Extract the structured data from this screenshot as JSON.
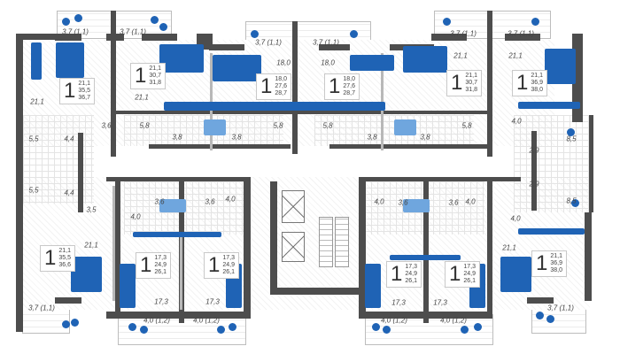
{
  "plan": {
    "accent_color": "#1f63b5",
    "wall_color": "#4d4d4d",
    "apartments": [
      {
        "rooms": "1",
        "living": "21,1",
        "total": "35,5",
        "with_balcony": "36,7"
      },
      {
        "rooms": "1",
        "living": "21,1",
        "total": "30,7",
        "with_balcony": "31,8"
      },
      {
        "rooms": "1",
        "living": "18,0",
        "total": "27,6",
        "with_balcony": "28,7"
      },
      {
        "rooms": "1",
        "living": "18,0",
        "total": "27,6",
        "with_balcony": "28,7"
      },
      {
        "rooms": "1",
        "living": "21,1",
        "total": "30,7",
        "with_balcony": "31,8"
      },
      {
        "rooms": "1",
        "living": "21,1",
        "total": "36,9",
        "with_balcony": "38,0"
      },
      {
        "rooms": "1",
        "living": "21,1",
        "total": "35,5",
        "with_balcony": "36,6"
      },
      {
        "rooms": "1",
        "living": "17,3",
        "total": "24,9",
        "with_balcony": "26,1"
      },
      {
        "rooms": "1",
        "living": "17,3",
        "total": "24,9",
        "with_balcony": "26,1"
      },
      {
        "rooms": "1",
        "living": "17,3",
        "total": "24,9",
        "with_balcony": "26,1"
      },
      {
        "rooms": "1",
        "living": "17,3",
        "total": "24,9",
        "with_balcony": "26,1"
      },
      {
        "rooms": "1",
        "living": "21,1",
        "total": "36,9",
        "with_balcony": "38,0"
      }
    ],
    "room_labels": [
      "3,7 (1,1)",
      "3,7 (1,1)",
      "3,7 (1,1)",
      "3,7 (1,1)",
      "3,7 (1,1)",
      "3,7 (1,1)",
      "18,0",
      "18,0",
      "21,1",
      "21,1",
      "21,1",
      "21,1",
      "3,6",
      "5,8",
      "5,8",
      "5,8",
      "5,8",
      "3,8",
      "3,8",
      "3,8",
      "3,8",
      "5,5",
      "4,4",
      "4,0",
      "8,5",
      "2,9",
      "5,5",
      "4,4",
      "3,5",
      "4,0",
      "3,6",
      "3,6",
      "4,0",
      "21,1",
      "17,3",
      "17,3",
      "3,7 (1,1)",
      "4,0 (1,2)",
      "4,0 (1,2)",
      "4,0",
      "3,6",
      "3,6",
      "4,0",
      "4,0",
      "8,5",
      "2,9",
      "21,1",
      "17,3",
      "17,3",
      "4,0 (1,2)",
      "4,0 (1,2)",
      "3,7 (1,1)"
    ]
  }
}
